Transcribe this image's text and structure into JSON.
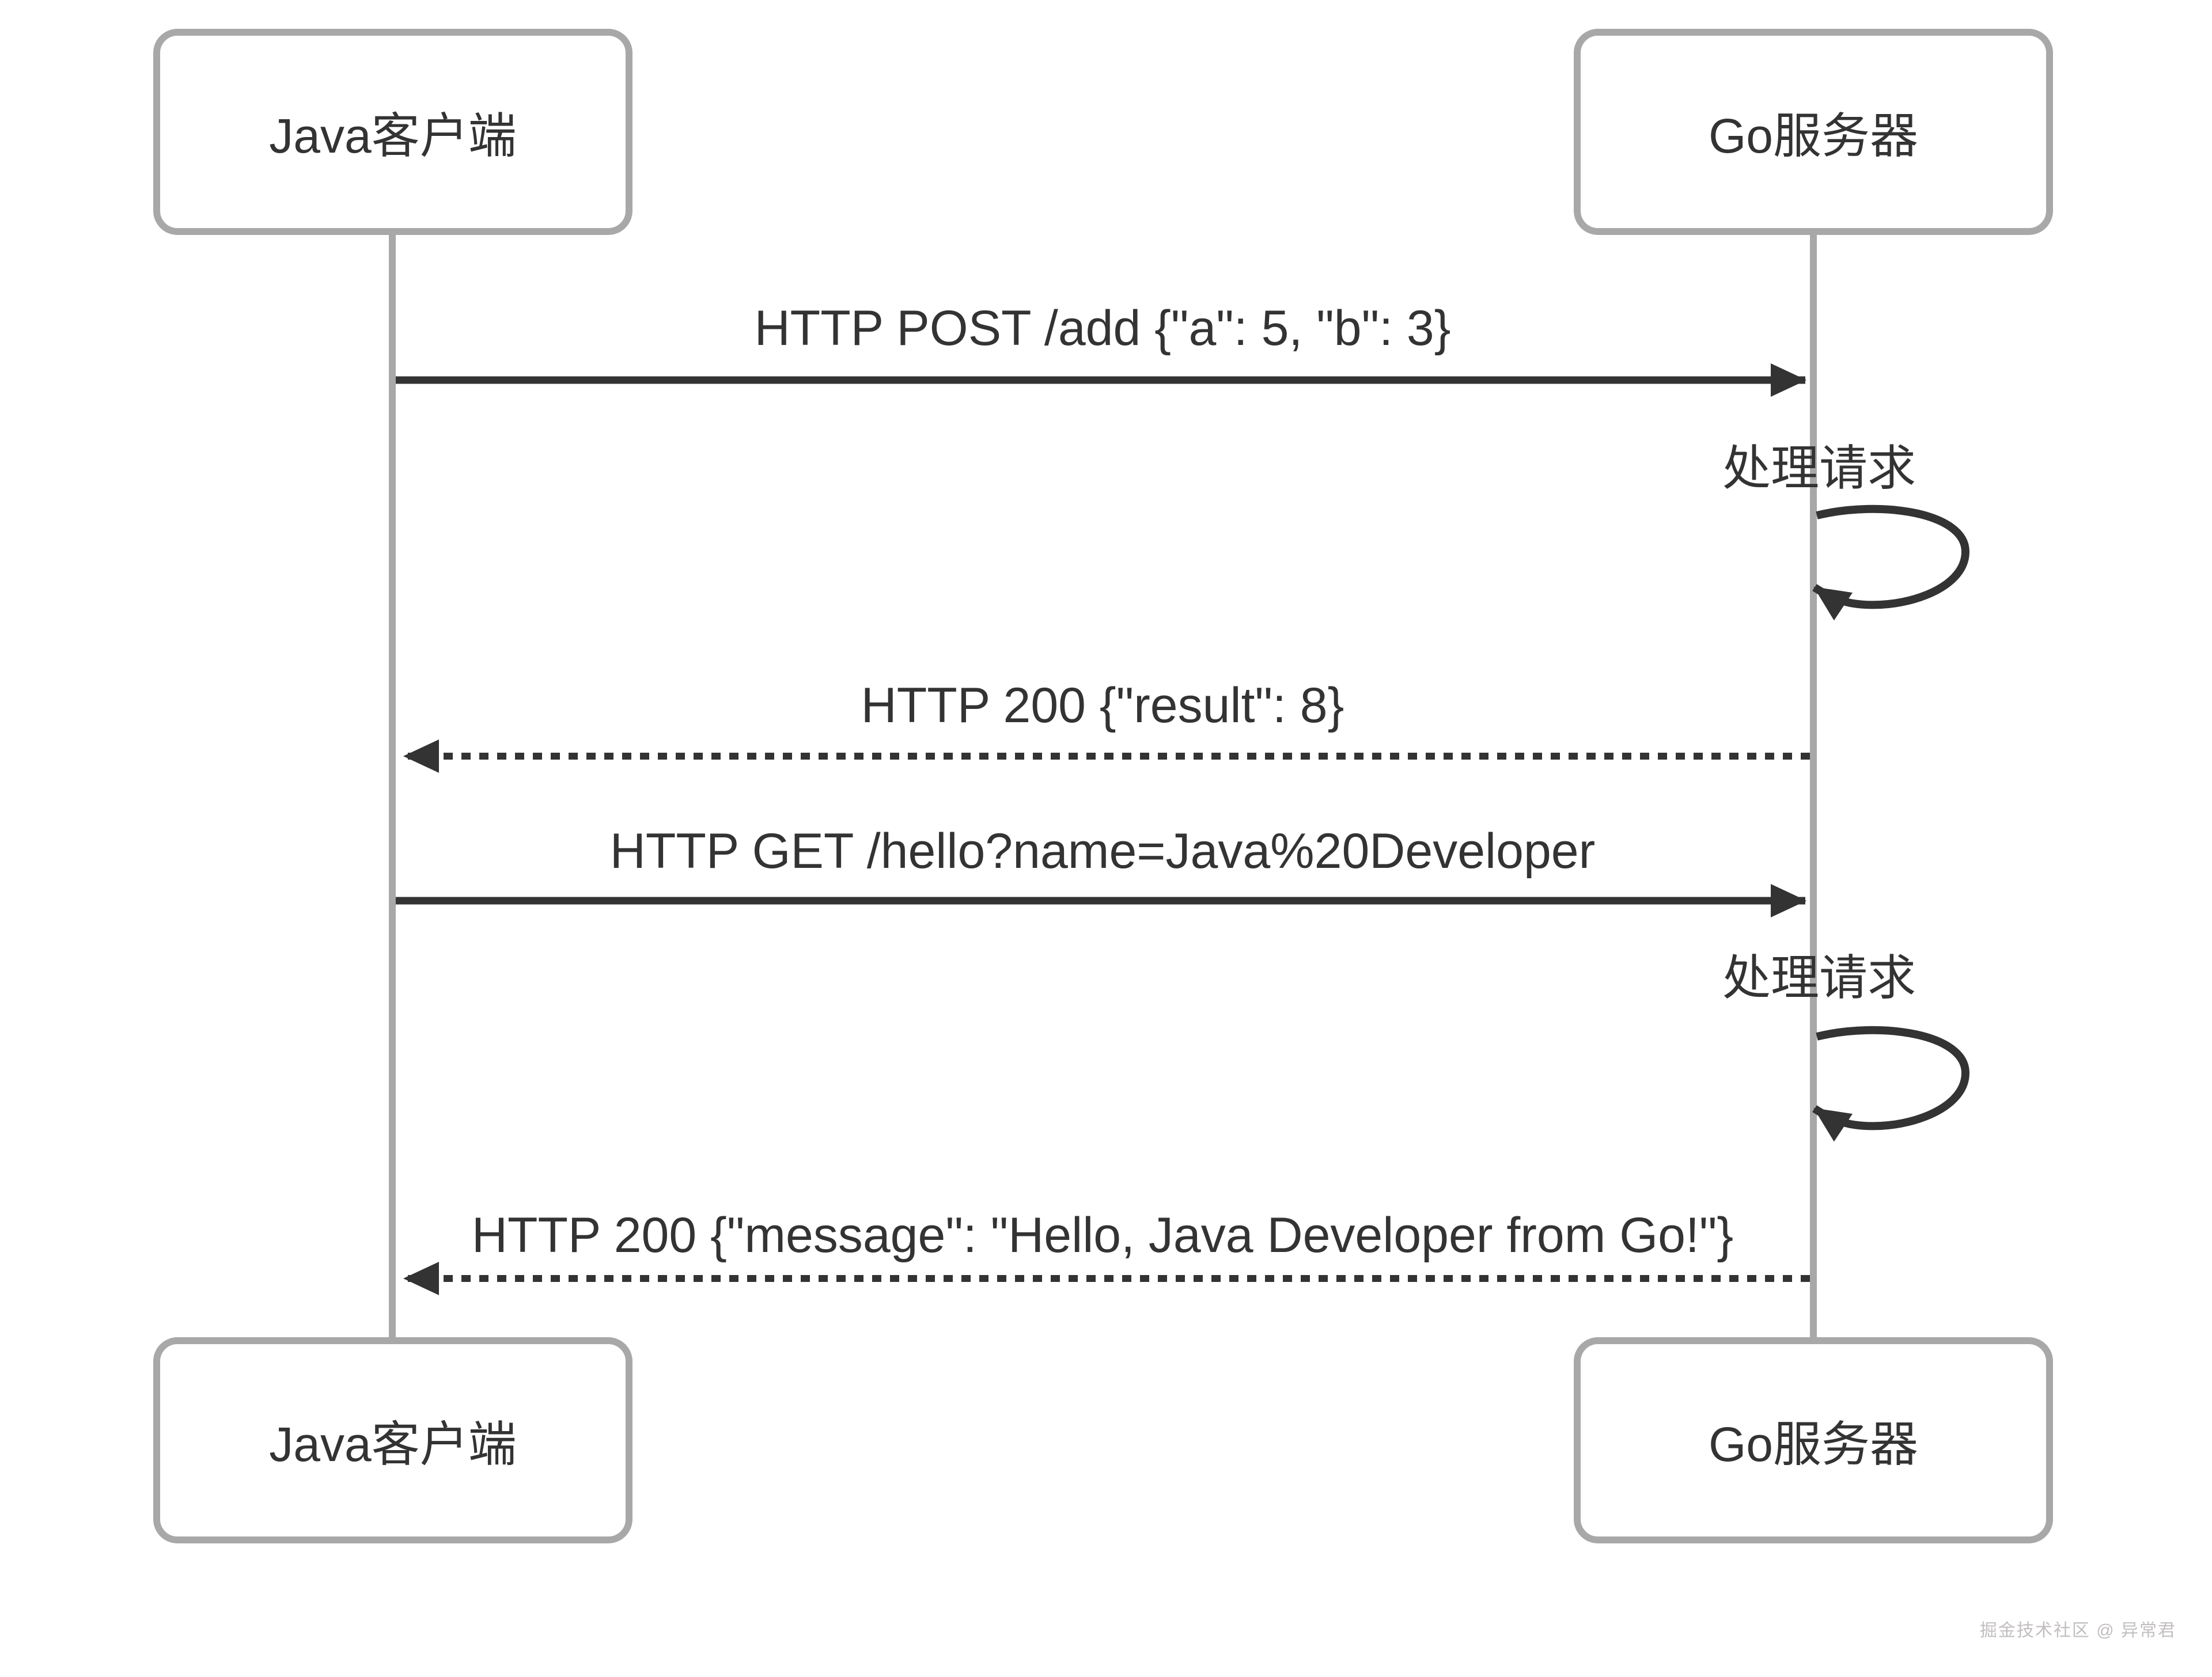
{
  "diagram": {
    "type": "sequence",
    "actors": [
      {
        "id": "java-client",
        "label": "Java客户端"
      },
      {
        "id": "go-server",
        "label": "Go服务器"
      }
    ],
    "messages": [
      {
        "index": 1,
        "from": "java-client",
        "to": "go-server",
        "line": "solid",
        "label": "HTTP POST /add {\"a\": 5, \"b\": 3}"
      },
      {
        "index": 2,
        "actor": "go-server",
        "line": "self-loop",
        "label": "处理请求"
      },
      {
        "index": 3,
        "from": "go-server",
        "to": "java-client",
        "line": "dashed",
        "label": "HTTP 200 {\"result\": 8}"
      },
      {
        "index": 4,
        "from": "java-client",
        "to": "go-server",
        "line": "solid",
        "label": "HTTP GET /hello?name=Java%20Developer"
      },
      {
        "index": 5,
        "actor": "go-server",
        "line": "self-loop",
        "label": "处理请求"
      },
      {
        "index": 6,
        "from": "go-server",
        "to": "java-client",
        "line": "dashed",
        "label": "HTTP 200 {\"message\": \"Hello, Java Developer from Go!\"}"
      }
    ],
    "colors": {
      "arrow": "#333333",
      "text": "#333333",
      "actor_border": "#a8a8a8",
      "lifeline": "#a8a8a8",
      "background": "#ffffff",
      "watermark": "#c2bebe"
    }
  },
  "watermark": {
    "text": "掘金技术社区 @ 异常君"
  }
}
